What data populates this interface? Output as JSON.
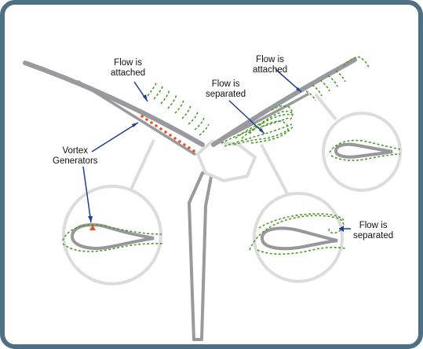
{
  "diagram": {
    "colors": {
      "frame_border": "#4f6f84",
      "blade": "#9a9a9e",
      "airfoil_outline": "#97979b",
      "circle": "#dcdcdc",
      "connector": "#dcdcdc",
      "flow": "#4e9a2a",
      "vortex_generator": "#e8501a",
      "arrow": "#1f3f93"
    },
    "labels": {
      "flow_attached_left": {
        "line1": "Flow is",
        "line2": "attached"
      },
      "flow_attached_right": {
        "line1": "Flow is",
        "line2": "attached"
      },
      "flow_separated_top": {
        "line1": "Flow is",
        "line2": "separated"
      },
      "flow_separated_bottom": {
        "line1": "Flow is",
        "line2": "separated"
      },
      "vortex_generators": {
        "line1": "Vortex",
        "line2": "Generators"
      }
    }
  }
}
